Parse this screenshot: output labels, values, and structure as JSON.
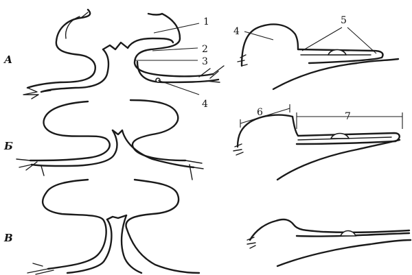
{
  "row_labels": {
    "a": "А",
    "b": "Б",
    "v": "В"
  },
  "callouts": {
    "n1": "1",
    "n2": "2",
    "n3": "3",
    "n4_left": "4",
    "n4_right": "4",
    "n5": "5",
    "n6": "6",
    "n7": "7"
  }
}
